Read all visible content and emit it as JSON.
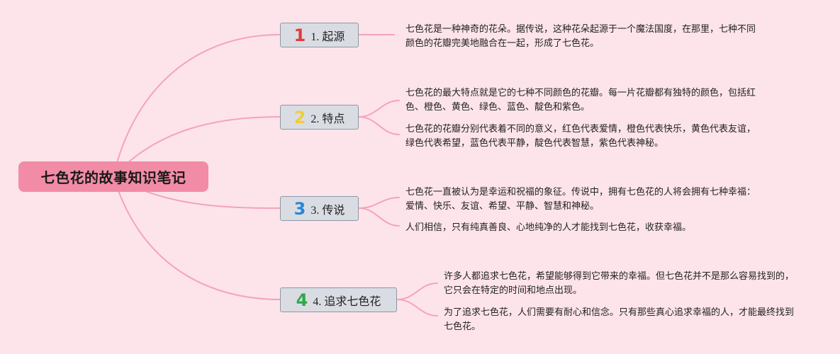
{
  "root": {
    "title": "七色花的故事知识笔记"
  },
  "branches": [
    {
      "num": "1",
      "label": "1. 起源",
      "notes": [
        "七色花是一种神奇的花朵。据传说，这种花朵起源于一个魔法国度，在那里，七种不同颜色的花瓣完美地融合在一起，形成了七色花。"
      ]
    },
    {
      "num": "2",
      "label": "2. 特点",
      "notes": [
        "七色花的最大特点就是它的七种不同颜色的花瓣。每一片花瓣都有独特的颜色，包括红色、橙色、黄色、绿色、蓝色、靛色和紫色。",
        "七色花的花瓣分别代表着不同的意义，红色代表爱情，橙色代表快乐，黄色代表友谊，绿色代表希望，蓝色代表平静，靛色代表智慧，紫色代表神秘。"
      ]
    },
    {
      "num": "3",
      "label": "3. 传说",
      "notes": [
        "七色花一直被认为是幸运和祝福的象征。传说中，拥有七色花的人将会拥有七种幸福：爱情、快乐、友谊、希望、平静、智慧和神秘。",
        "人们相信，只有纯真善良、心地纯净的人才能找到七色花，收获幸福。"
      ]
    },
    {
      "num": "4",
      "label": "4. 追求七色花",
      "notes": [
        "许多人都追求七色花，希望能够得到它带来的幸福。但七色花并不是那么容易找到的，它只会在特定的时间和地点出现。",
        "为了追求七色花，人们需要有耐心和信念。只有那些真心追求幸福的人，才能最终找到七色花。"
      ]
    }
  ],
  "colors": {
    "background": "#fde4ea",
    "root_fill": "#f28ca6",
    "connector": "#f4a3bb",
    "branch_fill": "#d9dde3",
    "branch_border": "#8d97a3",
    "num_1": "#e23a3a",
    "num_2": "#f2cc3a",
    "num_3": "#2a86d6",
    "num_4": "#2ea84a"
  }
}
